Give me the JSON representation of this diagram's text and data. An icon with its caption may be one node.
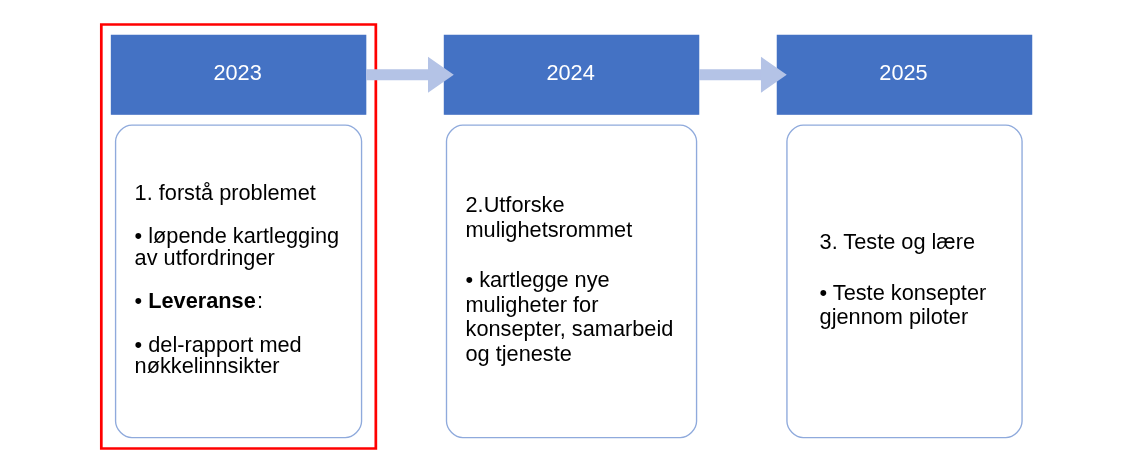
{
  "diagram": {
    "nodes": [
      {
        "text": [],
        "shape": "box"
      },
      {
        "text": [
          "2023"
        ],
        "in": 0
      },
      {
        "text": [
          "1. forstå problemet",
          "• løpende kartlegging av utfordringer",
          "• **Leveranse**:",
          "• del-rapport med nøkkelinnsikter"
        ],
        "in": 0
      },
      {
        "text": [
          "2024"
        ]
      },
      {
        "text": [
          "2.Utforske mulighetsrommet",
          "• kartlegge nye muligheter for konsepter, samarbeid og tjeneste"
        ]
      },
      {
        "text": [
          "2025"
        ]
      },
      {
        "text": [
          "3. Teste og lære",
          "• Teste konsepter gjennom piloter"
        ]
      }
    ],
    "edges": [
      {
        "from": 1,
        "to": 3,
        "arrow": "to"
      },
      {
        "from": 3,
        "to": 5,
        "arrow": "to"
      }
    ]
  }
}
